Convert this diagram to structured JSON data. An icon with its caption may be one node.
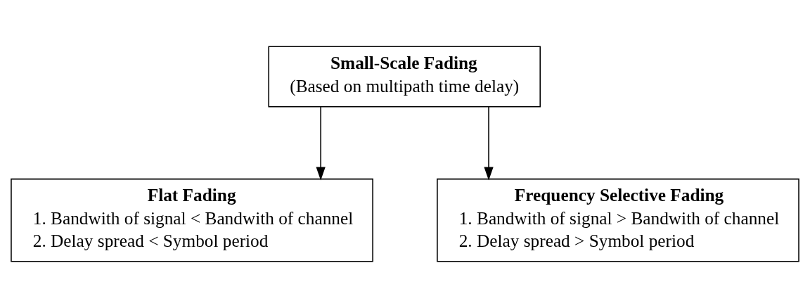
{
  "diagram": {
    "nodes": [
      {
        "text": [
          "Small-Scale Fading",
          "(Based on multipath time delay)"
        ]
      },
      {
        "text": [
          "Flat Fading",
          "1. Bandwith of signal < Bandwith of channel",
          "2. Delay spread < Symbol period"
        ]
      },
      {
        "text": [
          "Frequency Selective Fading",
          "1. Bandwith of signal > Bandwith of channel",
          "2. Delay spread > Symbol period"
        ]
      }
    ],
    "edges": [
      {
        "from": 0,
        "to": 1,
        "arrow": "to"
      },
      {
        "from": 0,
        "to": 2,
        "arrow": "to"
      }
    ]
  }
}
